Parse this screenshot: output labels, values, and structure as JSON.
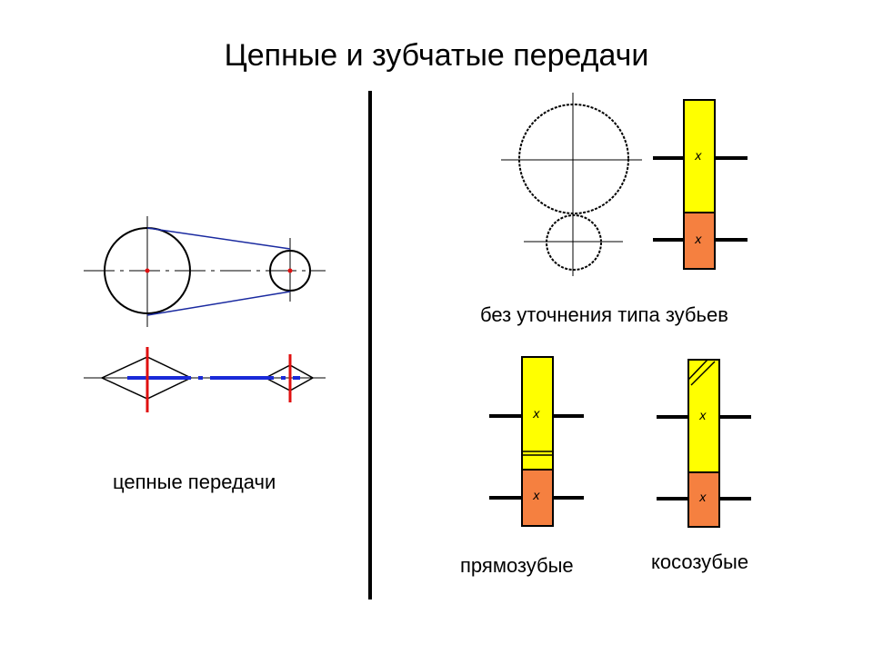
{
  "title": "Цепные и зубчатые передачи",
  "captions": {
    "chain": "цепные передачи",
    "gear_generic": "без уточнения типа зубьев",
    "spur": "прямозубые",
    "helical": "косозубые"
  },
  "gear_mark": "x",
  "colors": {
    "belt_line": "#1a2aa0",
    "chain_axis": "#1a2ad8",
    "shaft_red": "#e01010",
    "gear_yellow": "#ffff00",
    "gear_orange": "#f58040",
    "line": "#000000"
  }
}
